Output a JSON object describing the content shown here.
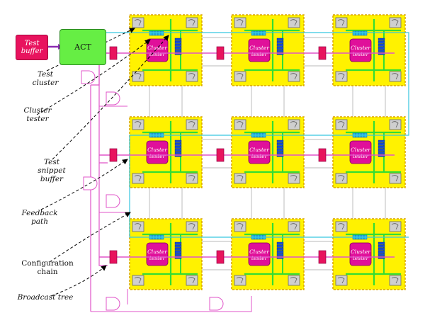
{
  "blocks": {
    "test_buffer": "Test\nbuffer",
    "act": "ACT",
    "cluster_tester": "Cluster tester"
  },
  "labels": {
    "test_cluster": "Test cluster",
    "cluster_tester": "Cluster tester",
    "test_snippet_buffer": "Test snippet buffer",
    "feedback_path": "Feedback path",
    "configuration_chain": "Configuration chain",
    "broadcast_tree": "Broadcast tree"
  },
  "grid": {
    "rows": 3,
    "cols": 3
  },
  "colors": {
    "cluster_fill": "#fff200",
    "cluster_border": "#d9a300",
    "cluster_tester_fill": "#e0109a",
    "broadcast": "#e054c8",
    "config_chain": "#36c6e0",
    "green_bus": "#33dd33",
    "snippet_buffer": "#1a4fd0",
    "test_buffer": "#e8135e",
    "act": "#66ee44"
  },
  "icons": [
    "dashed-pointer-arrow",
    "core-square-icon",
    "and-gate-icon",
    "register-icon"
  ]
}
